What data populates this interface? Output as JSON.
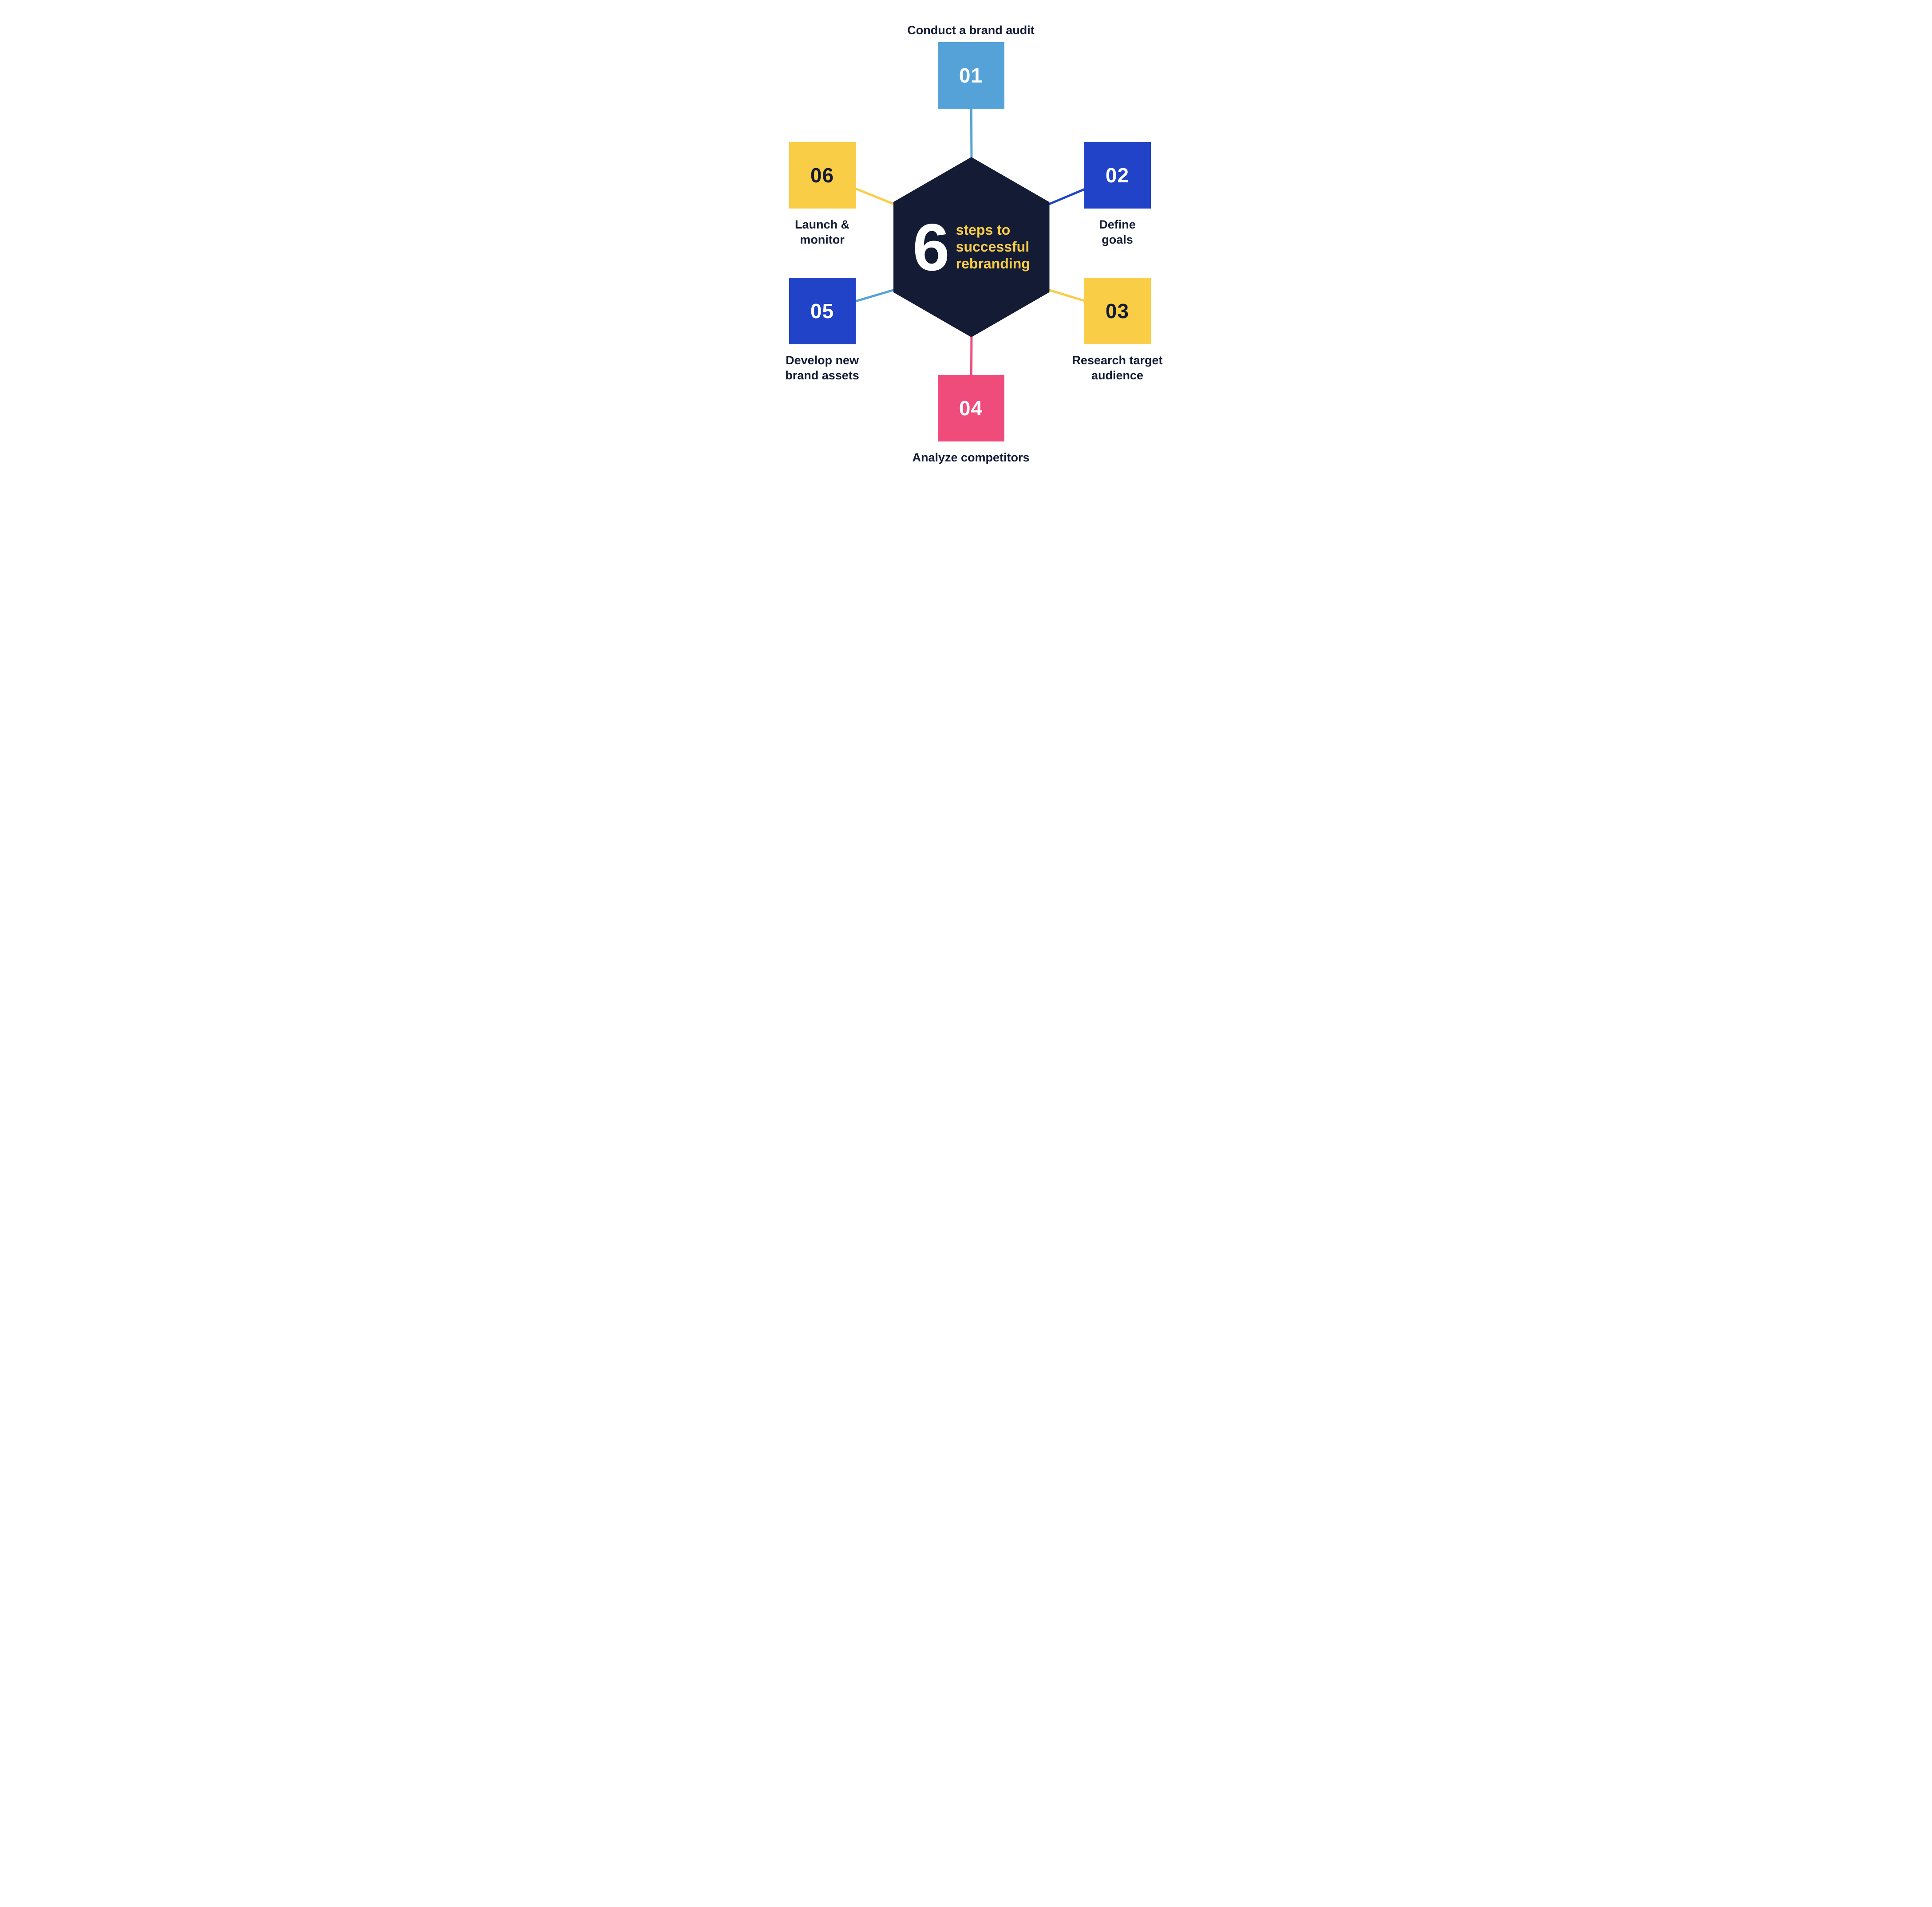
{
  "center": {
    "big_number": "6",
    "caption": "steps to successful rebranding",
    "caption_lines": [
      "steps to",
      "successful",
      "rebranding"
    ]
  },
  "steps": [
    {
      "id": "01",
      "label": "Conduct a brand audit",
      "label_lines": [
        "Conduct a brand audit"
      ],
      "label_position": "above",
      "box_color": "#55A2D8",
      "number_color": "#FFFFFF",
      "line_color": "#55A2D8"
    },
    {
      "id": "02",
      "label": "Define goals",
      "label_lines": [
        "Define",
        "goals"
      ],
      "label_position": "below",
      "box_color": "#2143C8",
      "number_color": "#FFFFFF",
      "line_color": "#2143C8"
    },
    {
      "id": "03",
      "label": "Research target audience",
      "label_lines": [
        "Research target",
        "audience"
      ],
      "label_position": "below",
      "box_color": "#F9CD46",
      "number_color": "#141B35",
      "line_color": "#F9CD46"
    },
    {
      "id": "04",
      "label": "Analyze competitors",
      "label_lines": [
        "Analyze competitors"
      ],
      "label_position": "below",
      "box_color": "#EF4B7B",
      "number_color": "#FFFFFF",
      "line_color": "#EF4B7B"
    },
    {
      "id": "05",
      "label": "Develop new brand assets",
      "label_lines": [
        "Develop new",
        "brand assets"
      ],
      "label_position": "below",
      "box_color": "#2143C8",
      "number_color": "#FFFFFF",
      "line_color": "#55A2D8"
    },
    {
      "id": "06",
      "label": "Launch & monitor",
      "label_lines": [
        "Launch &",
        "monitor"
      ],
      "label_position": "below",
      "box_color": "#F9CD46",
      "number_color": "#141B35",
      "line_color": "#F9CD46"
    }
  ],
  "colors": {
    "background": "#FFFFFF",
    "navy": "#141B35",
    "lightblue": "#55A2D8",
    "blue": "#2143C8",
    "yellow": "#F9CD46",
    "pink": "#EF4B7B",
    "white": "#FFFFFF"
  }
}
